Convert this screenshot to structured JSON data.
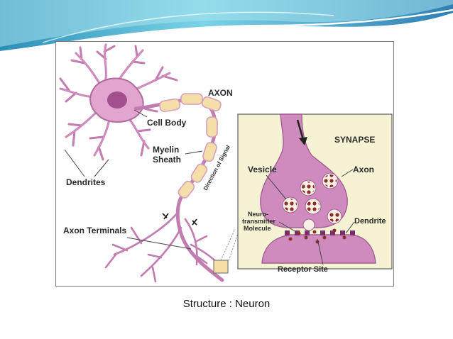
{
  "labels": {
    "axon": "AXON",
    "cell_body": "Cell Body",
    "myelin_line1": "Myelin",
    "myelin_line2": "Sheath",
    "direction": "Direction of Signal",
    "dendrites": "Dendrites",
    "axon_terminals": "Axon Terminals"
  },
  "synapse": {
    "title": "SYNAPSE",
    "vesicle": "Vesicle",
    "axon": "Axon",
    "nt_line1": "Neuro-",
    "nt_line2": "transmitter",
    "nt_line3": "Molecule",
    "dendrite": "Dendrite",
    "receptor_site": "Receptor Site"
  },
  "caption": "Structure : Neuron",
  "colors": {
    "neuron": "#d68fc0",
    "neuron_stroke": "#8e4a7c",
    "nucleus": "#a34f8e",
    "myelin": "#f6dea8",
    "inset_bg": "#f6f3d4",
    "vesicle": "#f8efe6",
    "molecule": "#8c2e24",
    "header_teal": "#5cc5dc",
    "header_blue": "#2f7fb3"
  }
}
